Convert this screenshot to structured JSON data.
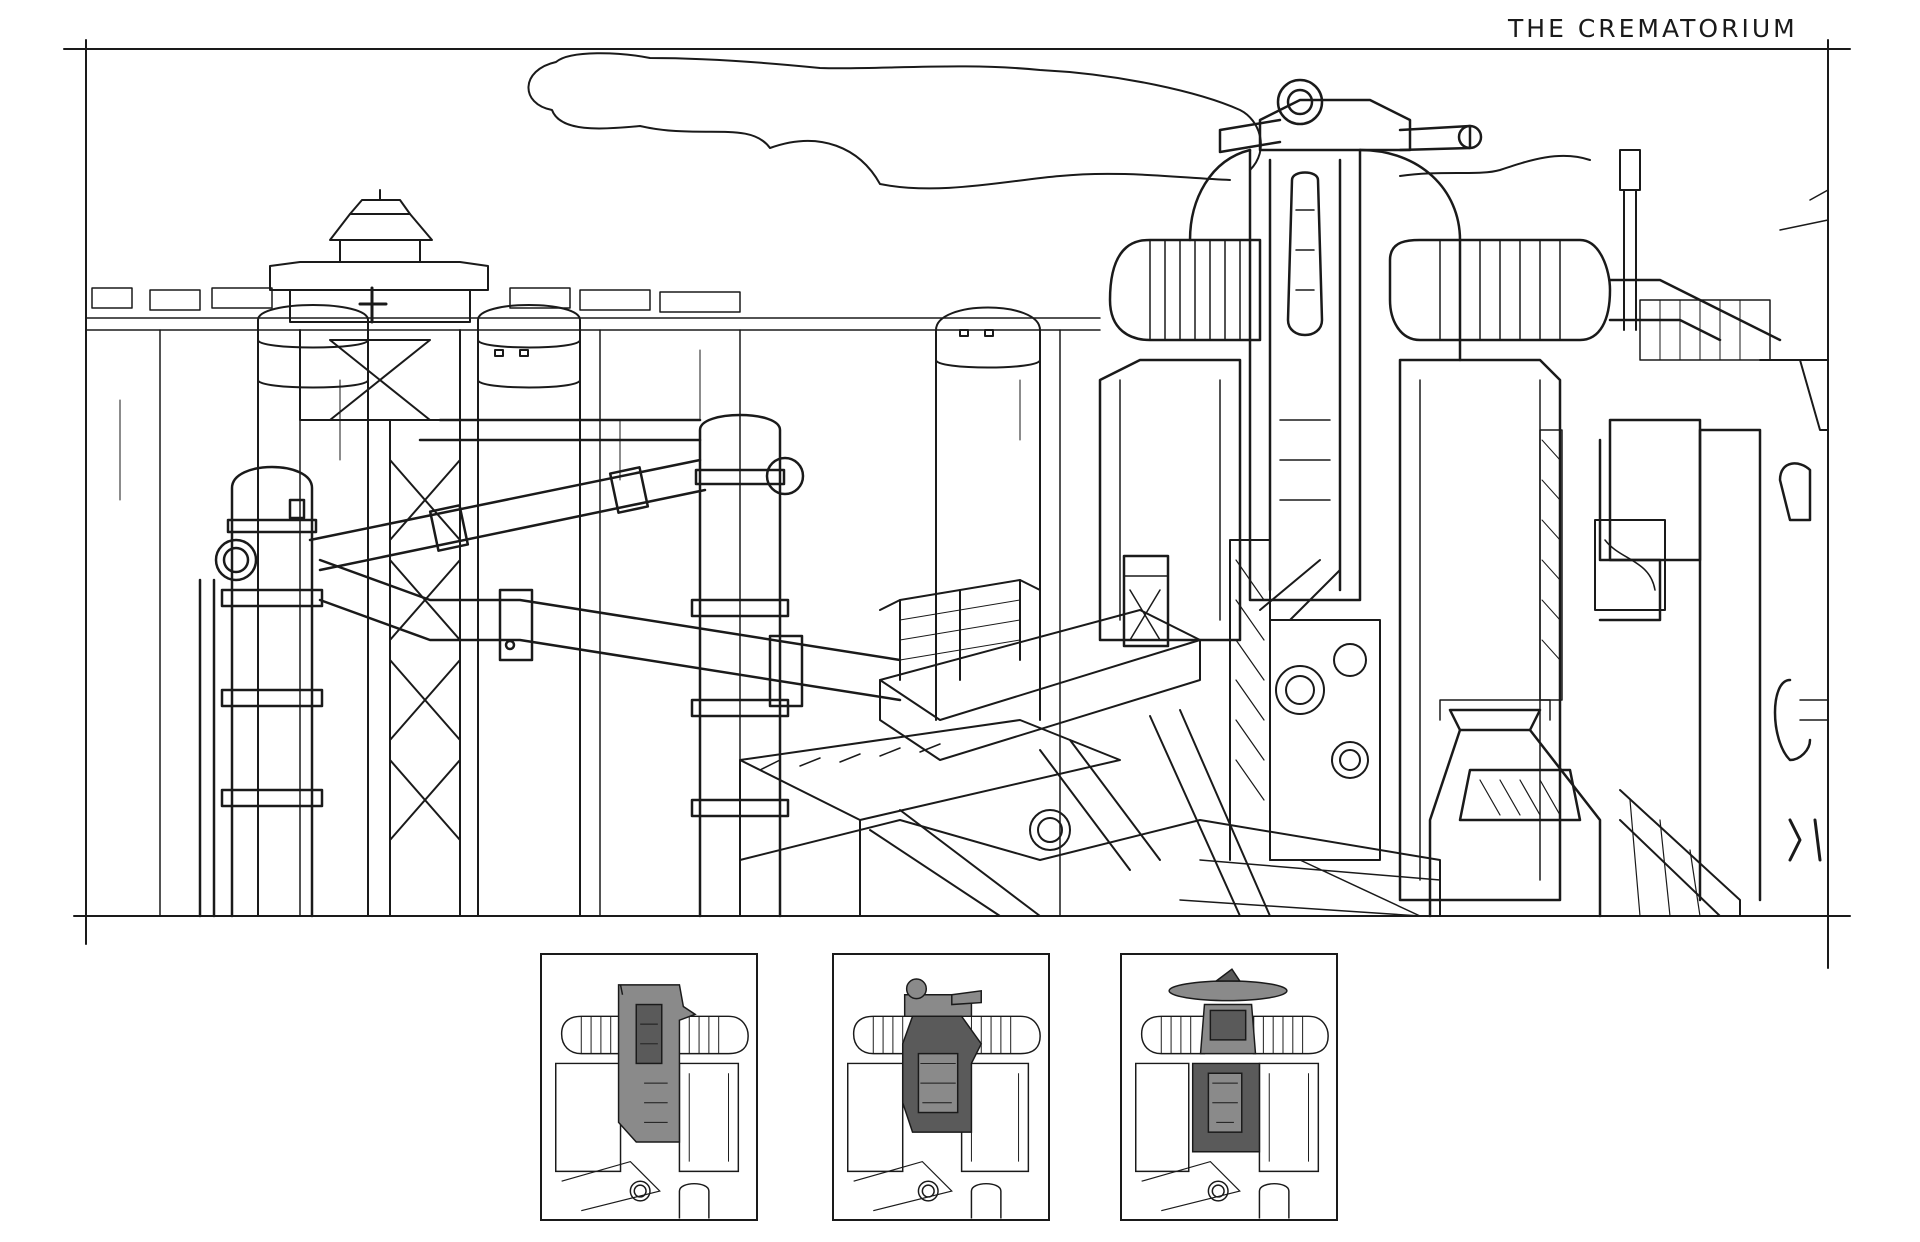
{
  "page": {
    "title": "THE CREMATORIUM"
  },
  "colors": {
    "ink": "#1a1a1a",
    "paper": "#ffffff",
    "tone_gray": "#8a8a8a",
    "tone_dark": "#5a5a5a"
  },
  "thumbnails": [
    {
      "variant": "tower-gray-toned"
    },
    {
      "variant": "turret-head-toned"
    },
    {
      "variant": "saucer-dome-toned"
    }
  ]
}
